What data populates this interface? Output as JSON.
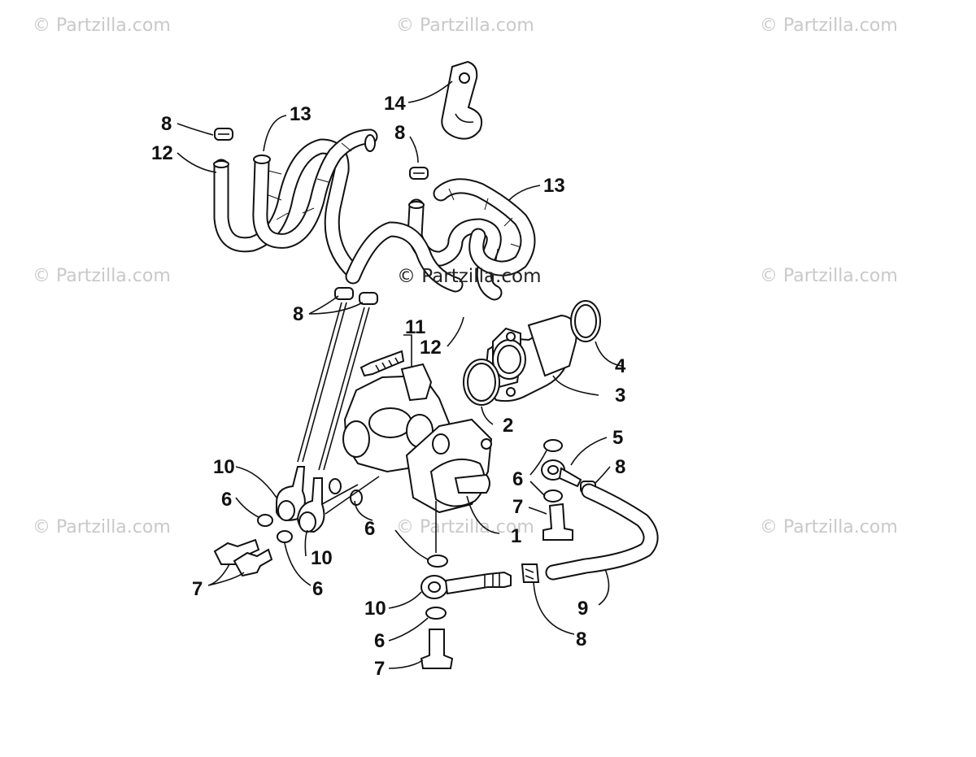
{
  "watermarks": {
    "top_left": "© Partzilla.com",
    "top_center": "© Partzilla.com",
    "top_right": "© Partzilla.com",
    "mid_left": "© Partzilla.com",
    "center": "© Partzilla.com",
    "mid_right": "© Partzilla.com",
    "bottom_left": "© Partzilla.com",
    "bottom_center": "© Partzilla.com",
    "bottom_right": "© Partzilla.com"
  },
  "callouts": {
    "c14": "14",
    "c13_top": "13",
    "c8_top_left": "8",
    "c12_top_left": "12",
    "c8_top_center": "8",
    "c13_right": "13",
    "c8_clamps": "8",
    "c11": "11",
    "c12_mid": "12",
    "c4": "4",
    "c3": "3",
    "c2": "2",
    "c5": "5",
    "c6_right": "6",
    "c8_right": "8",
    "c7_right": "7",
    "c1": "1",
    "c10_left": "10",
    "c6_left": "6",
    "c6_mid": "6",
    "c10_mid": "10",
    "c7_left": "7",
    "c6_lower_left": "6",
    "c10_bottom": "10",
    "c6_bottom": "6",
    "c7_bottom": "7",
    "c9": "9",
    "c8_bottom": "8"
  },
  "colors": {
    "ink": "#111111",
    "watermark": "#c9c9c9",
    "background": "#ffffff"
  }
}
